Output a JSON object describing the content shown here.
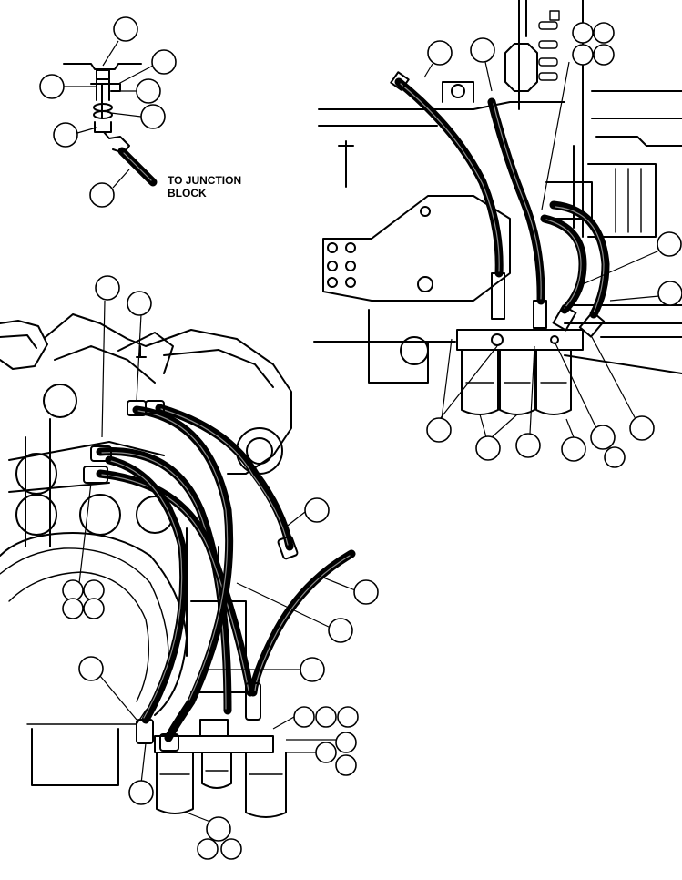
{
  "detail_note": {
    "line1": "TO JUNCTION",
    "line2": "BLOCK"
  },
  "colors": {
    "ink": "#000000",
    "paper": "#ffffff"
  },
  "icons": {
    "callout": "blank-callout-circle",
    "fitting": "tee-fitting-icon"
  }
}
